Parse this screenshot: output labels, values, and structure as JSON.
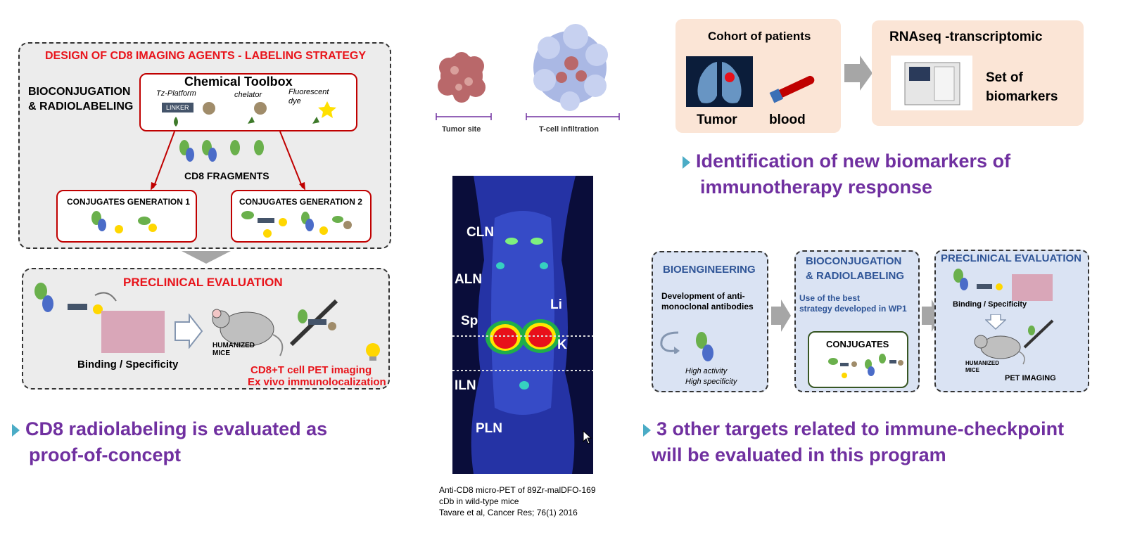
{
  "left": {
    "design_title": "DESIGN OF CD8 IMAGING AGENTS - LABELING STRATEGY",
    "bioconj_label": "BIOCONJUGATION\n& RADIOLABELING",
    "toolbox_title": "Chemical Toolbox",
    "tz_platform": "Tz-Platform",
    "chelator": "chelator",
    "fluorescent_dye": "Fluorescent\ndye",
    "linker": "LINKER",
    "cd8_fragments": "CD8 FRAGMENTS",
    "gen1": "CONJUGATES GENERATION 1",
    "gen2": "CONJUGATES GENERATION 2",
    "preclinical_title": "PRECLINICAL EVALUATION",
    "binding": "Binding / Specificity",
    "humanized_mice": "HUMANIZED\nMICE",
    "pet_imaging": "CD8+T cell PET imaging",
    "ex_vivo": "Ex vivo immunolocalization",
    "bullet_line1": "CD8 radiolabeling is evaluated as",
    "bullet_line2": "proof-of-concept"
  },
  "middle": {
    "tumor_site": "Tumor site",
    "t_cell_infiltration": "T-cell infiltration",
    "pet_labels": [
      "CLN",
      "ALN",
      "Li",
      "Sp",
      "K",
      "ILN",
      "PLN"
    ],
    "caption_line1": "Anti-CD8 micro-PET of 89Zr-malDFO-169",
    "caption_line2": "cDb in wild-type mice",
    "caption_line3": "Tavare et al, Cancer Res; 76(1) 2016"
  },
  "right_top": {
    "cohort_title": "Cohort of patients",
    "tumor": "Tumor",
    "blood": "blood",
    "rnaseq_title": "RNAseq -transcriptomic",
    "set_of_biomarkers": "Set of\nbiomarkers",
    "bullet_line1": "Identification of new biomarkers of",
    "bullet_line2": "immunotherapy response"
  },
  "right_bottom": {
    "bioengineering_title": "BIOENGINEERING",
    "bioengineering_text": "Development of anti-\nmonoclonal antibodies",
    "high_activity": "High activity",
    "high_specificity": "High specificity",
    "bioconj_title": "BIOCONJUGATION\n& RADIOLABELING",
    "bioconj_text": "Use of the best\nstrategy developed in WP1",
    "conjugates": "CONJUGATES",
    "preclinical_title": "PRECLINICAL EVALUATION",
    "binding": "Binding / Specificity",
    "humanized_mice": "HUMANIZED\nMICE",
    "pet_imaging": "PET IMAGING",
    "bullet_line1": "3 other targets related to immune-checkpoint",
    "bullet_line2": "will be evaluated in this program"
  },
  "colors": {
    "accent_red": "#e8141b",
    "accent_purple": "#7030a0",
    "bullet_teal": "#4bacc6"
  }
}
